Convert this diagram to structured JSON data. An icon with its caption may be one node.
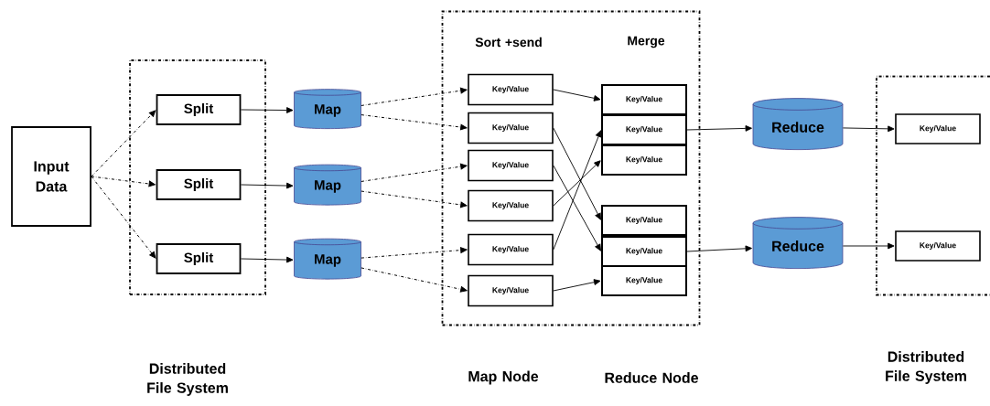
{
  "diagram": {
    "nodes": [
      {
        "text": [
          "Input Data"
        ]
      },
      {
        "text": [
          "Distributed File System"
        ]
      },
      {
        "text": [
          "Split"
        ],
        "in": 1
      },
      {
        "text": [
          "Split"
        ],
        "in": 1
      },
      {
        "text": [
          "Split"
        ],
        "in": 1
      },
      {
        "text": [
          "Map"
        ]
      },
      {
        "text": [
          "Map"
        ]
      },
      {
        "text": [
          "Map"
        ]
      },
      {
        "text": [
          "Sort +send",
          "Merge",
          "Map Node",
          "Reduce Node"
        ]
      },
      {
        "text": [
          "Key/Value"
        ],
        "in": 8
      },
      {
        "text": [
          "Key/Value"
        ],
        "in": 8
      },
      {
        "text": [
          "Key/Value"
        ],
        "in": 8
      },
      {
        "text": [
          "Key/Value"
        ],
        "in": 8
      },
      {
        "text": [
          "Key/Value"
        ],
        "in": 8
      },
      {
        "text": [
          "Key/Value"
        ],
        "in": 8
      },
      {
        "text": [
          "Key/Value"
        ],
        "in": 8
      },
      {
        "text": [
          "Key/Value"
        ],
        "in": 8
      },
      {
        "text": [
          "Key/Value"
        ],
        "in": 8
      },
      {
        "text": [
          "Key/Value"
        ],
        "in": 8
      },
      {
        "text": [
          "Key/Value"
        ],
        "in": 8
      },
      {
        "text": [
          "Key/Value"
        ],
        "in": 8
      },
      {
        "text": [
          "Reduce"
        ]
      },
      {
        "text": [
          "Reduce"
        ]
      },
      {
        "text": [
          "Distributed File System"
        ]
      },
      {
        "text": [
          "Key/Value"
        ],
        "in": 23
      },
      {
        "text": [
          "Key/Value"
        ],
        "in": 23
      }
    ],
    "edges": [
      {
        "from": 0,
        "to": 2,
        "arrow": "to",
        "style": "dashed"
      },
      {
        "from": 0,
        "to": 3,
        "arrow": "to",
        "style": "dashed"
      },
      {
        "from": 0,
        "to": 4,
        "arrow": "to",
        "style": "dashed"
      },
      {
        "from": 2,
        "to": 5,
        "arrow": "to"
      },
      {
        "from": 3,
        "to": 6,
        "arrow": "to"
      },
      {
        "from": 4,
        "to": 7,
        "arrow": "to"
      },
      {
        "from": 5,
        "to": 9,
        "arrow": "to",
        "style": "dashed"
      },
      {
        "from": 5,
        "to": 10,
        "arrow": "to",
        "style": "dashed"
      },
      {
        "from": 6,
        "to": 11,
        "arrow": "to",
        "style": "dashed"
      },
      {
        "from": 6,
        "to": 12,
        "arrow": "to",
        "style": "dashed"
      },
      {
        "from": 7,
        "to": 13,
        "arrow": "to",
        "style": "dashed"
      },
      {
        "from": 7,
        "to": 14,
        "arrow": "to",
        "style": "dashed"
      },
      {
        "from": 9,
        "to": 15,
        "arrow": "to"
      },
      {
        "from": 10,
        "to": 18,
        "arrow": "to"
      },
      {
        "from": 11,
        "to": 19,
        "arrow": "to"
      },
      {
        "from": 12,
        "to": 17,
        "arrow": "to"
      },
      {
        "from": 13,
        "to": 16,
        "arrow": "to"
      },
      {
        "from": 14,
        "to": 20,
        "arrow": "to"
      },
      {
        "from": 16,
        "to": 21,
        "arrow": "to"
      },
      {
        "from": 19,
        "to": 22,
        "arrow": "to"
      },
      {
        "from": 21,
        "to": 24,
        "arrow": "to"
      },
      {
        "from": 22,
        "to": 25,
        "arrow": "to"
      }
    ]
  }
}
